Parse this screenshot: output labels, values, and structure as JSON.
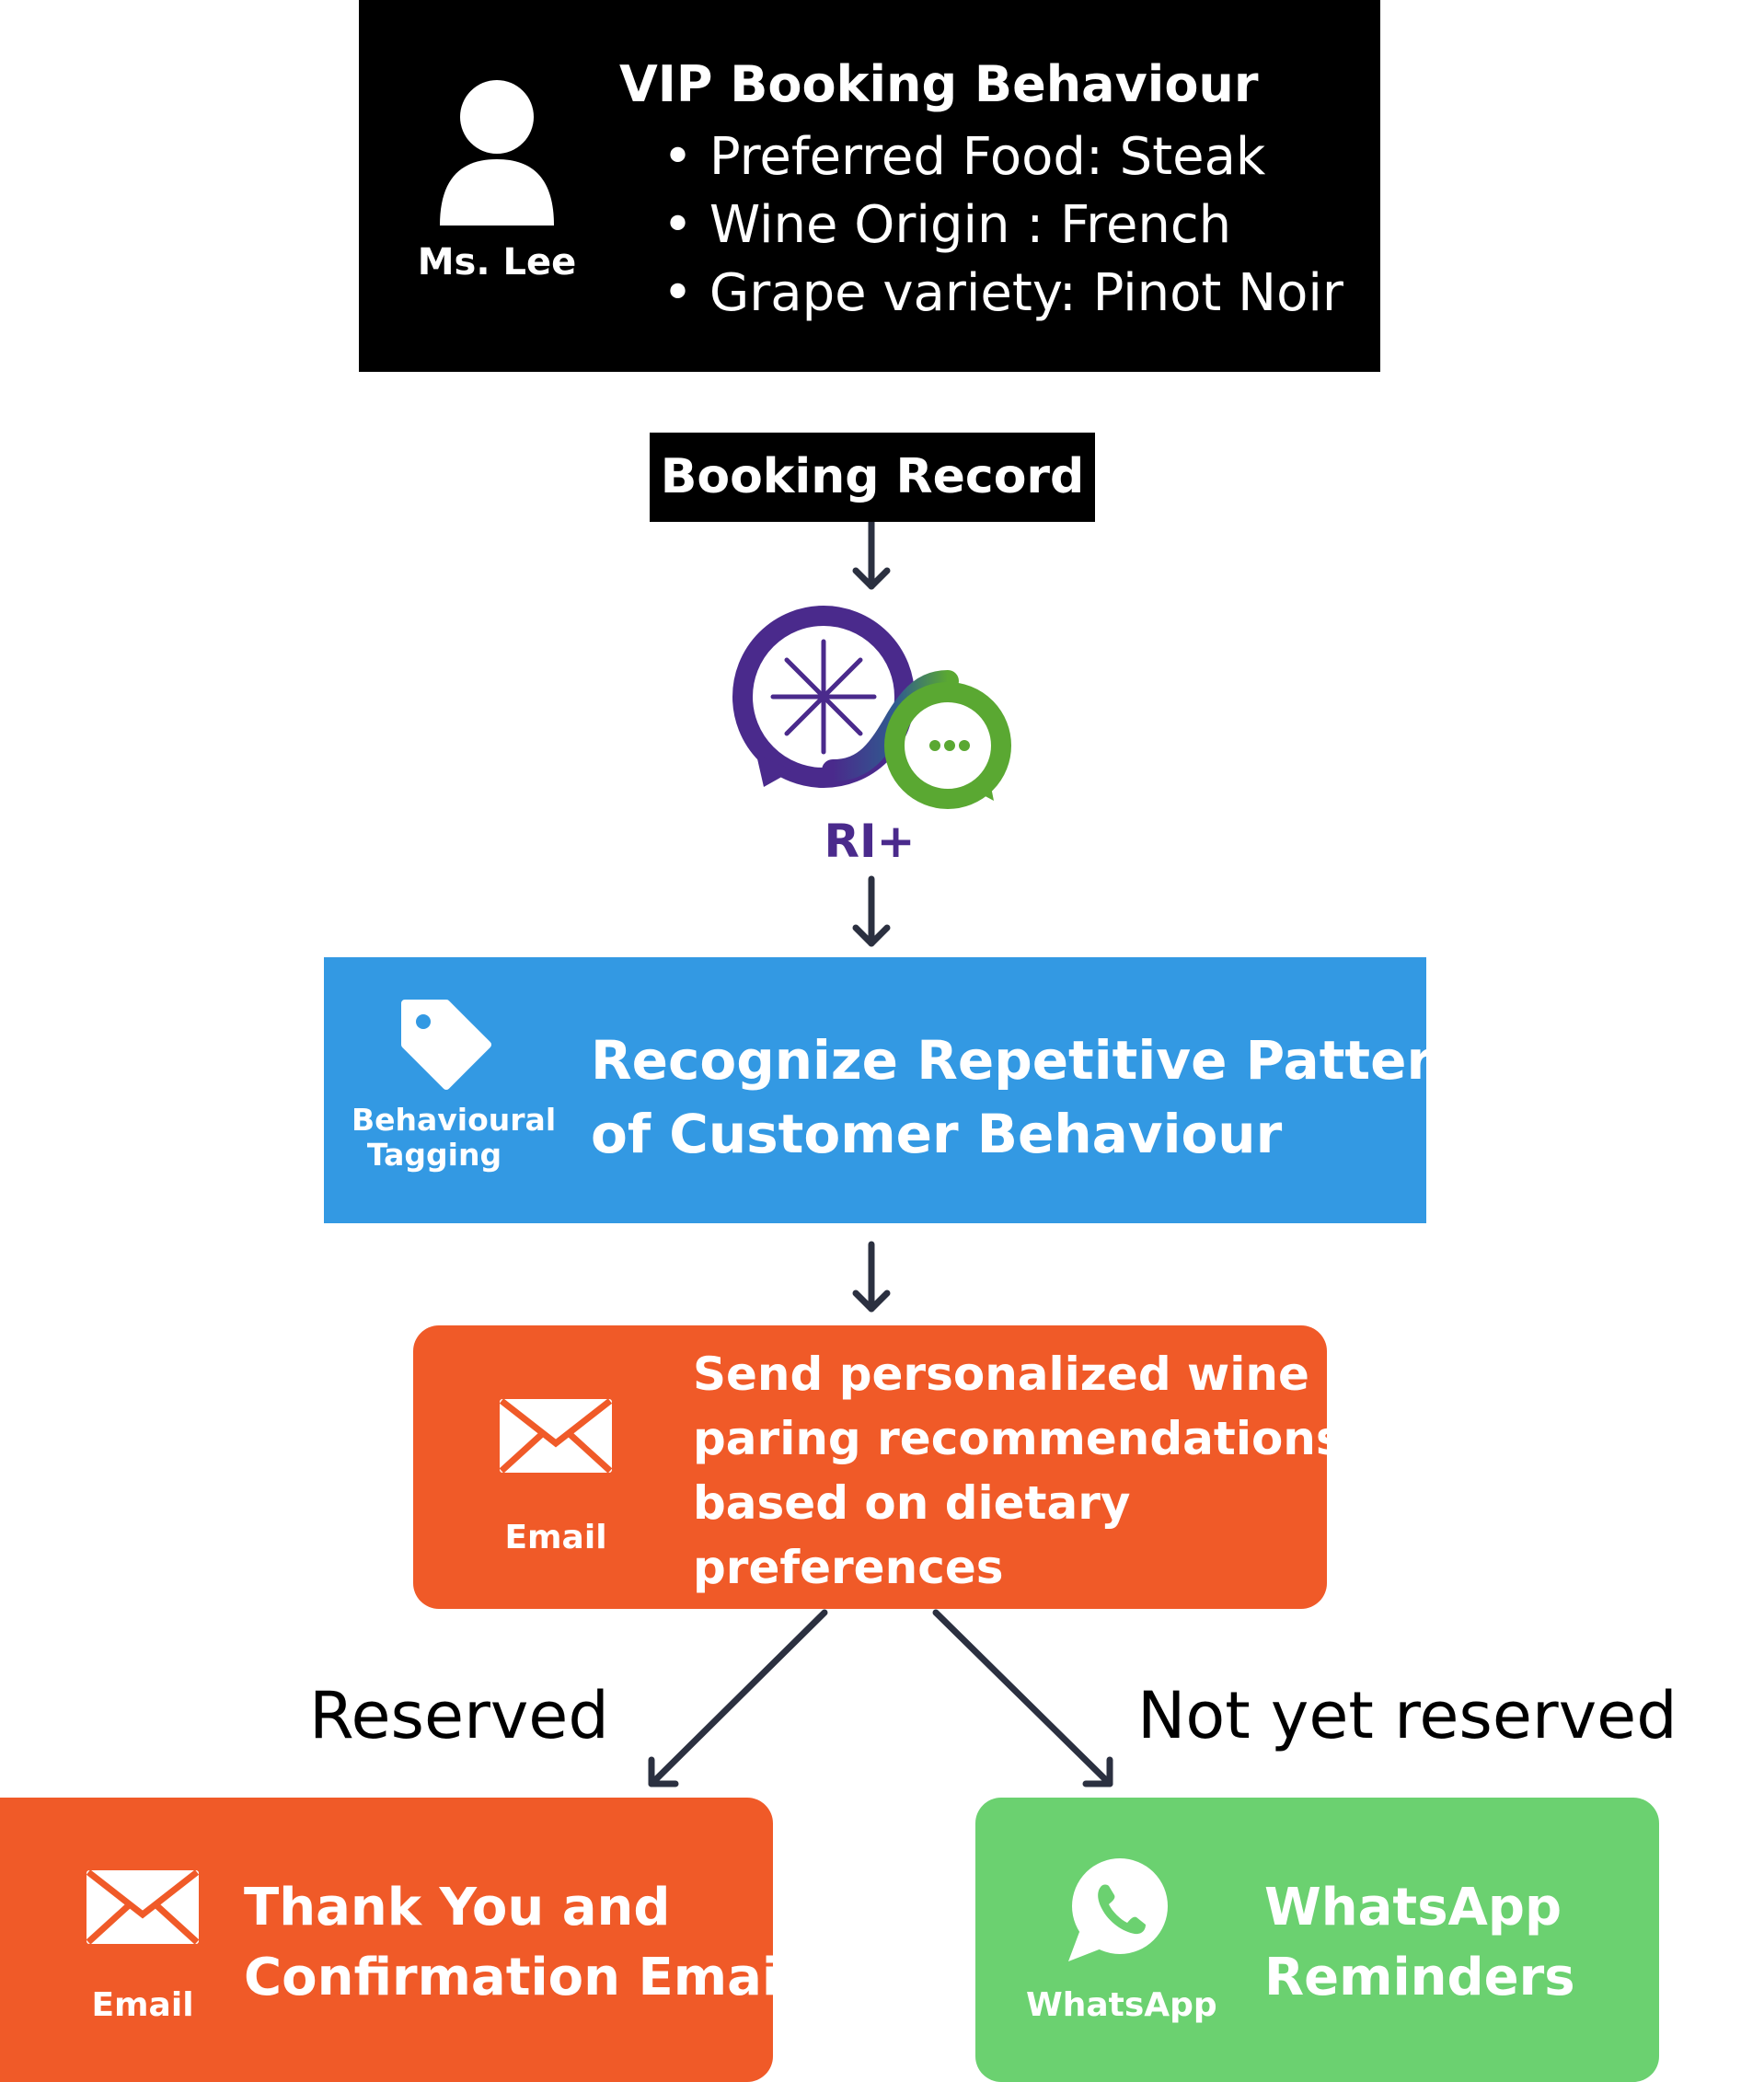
{
  "vip": {
    "name": "Ms. Lee",
    "title": "VIP Booking Behaviour",
    "items": [
      "Preferred Food: Steak",
      "Wine Origin : French",
      "Grape variety: Pinot Noir"
    ]
  },
  "booking_record": "Booking Record",
  "ri_logo": {
    "text": "RI+",
    "icon": "ri-plus-logo"
  },
  "tagging": {
    "icon_label": "Behavioural Tagging",
    "text_line1": "Recognize Repetitive Patterns",
    "text_line2": "of Customer Behaviour"
  },
  "email_step": {
    "icon_label": "Email",
    "lines": [
      "Send personalized wine",
      "paring recommendations",
      "based on dietary",
      "preferences"
    ]
  },
  "branches": {
    "left": "Reserved",
    "right": "Not yet reserved"
  },
  "confirm": {
    "icon_label": "Email",
    "line1": "Thank You and",
    "line2": "Confirmation Email"
  },
  "whatsapp": {
    "icon_label": "WhatsApp",
    "line1": "WhatsApp",
    "line2": "Reminders"
  },
  "colors": {
    "black": "#000000",
    "blue": "#3399e3",
    "orange": "#f05a28",
    "green": "#6bd170",
    "arrow": "#2b3040",
    "logo_purple": "#4a2a8c",
    "logo_green": "#5aa832"
  }
}
